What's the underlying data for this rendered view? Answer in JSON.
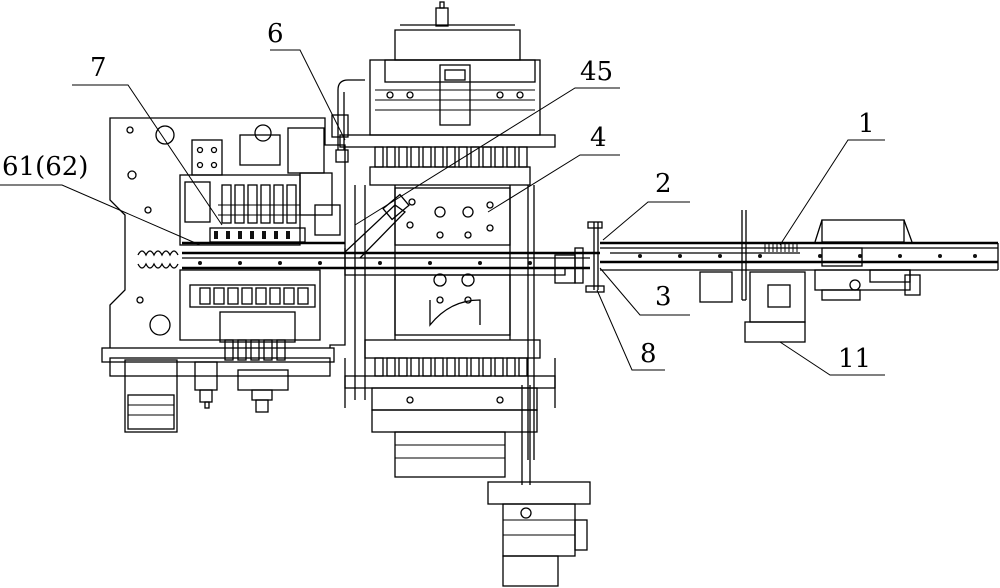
{
  "labels": {
    "l1": "1",
    "l2": "2",
    "l3": "3",
    "l4": "4",
    "l6": "6",
    "l7": "7",
    "l8": "8",
    "l11": "11",
    "l45": "45",
    "l61": "61(62)"
  },
  "colors": {
    "line": "#000000",
    "background": "#ffffff"
  }
}
